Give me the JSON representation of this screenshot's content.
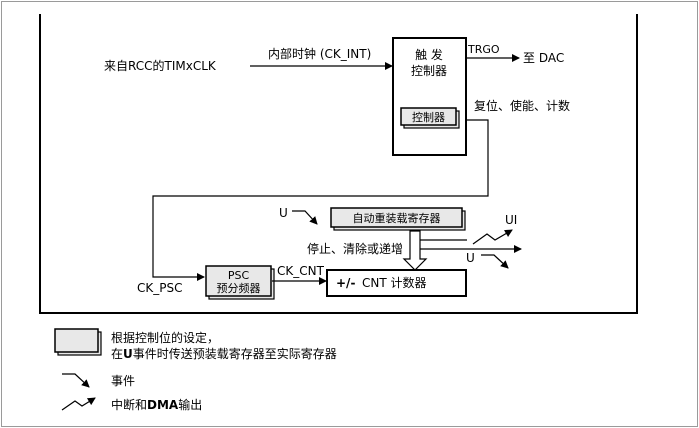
{
  "diagram": {
    "source_label": "来自RCC的TIMxCLK",
    "internal_clock_label": "内部时钟 (CK_INT)",
    "trigger_controller_line1": "触 发",
    "trigger_controller_line2": "控制器",
    "controller_label": "控制器",
    "trgo_label": "TRGO",
    "dac_label": "至 DAC",
    "reset_enable_count_label": "复位、使能、计数",
    "auto_reload_label": "自动重装载寄存器",
    "u_event_label": "U",
    "ui_label": "UI",
    "u_output_label": "U",
    "stop_clear_label": "停止、清除或递增",
    "ck_psc_label": "CK_PSC",
    "psc_line1": "PSC",
    "psc_line2": "预分频器",
    "ck_cnt_label": "CK_CNT",
    "cnt_sign": "+/-",
    "cnt_label": "CNT 计数器"
  },
  "legend": {
    "shadow_desc_line1": "根据控制位的设定，",
    "shadow_desc_line2_prefix": "在",
    "shadow_desc_line2_u": "U",
    "shadow_desc_line2_rest": "事件时传送预装载寄存器至实际寄存器",
    "event_label": "事件",
    "interrupt_prefix": "中断和",
    "interrupt_dma": "DMA",
    "interrupt_suffix": "输出"
  },
  "colors": {
    "line": "#000000",
    "shadow_box_fill": "#e8e8e8",
    "frame": "#9a9a9a",
    "background": "#ffffff"
  },
  "icons": [
    "event-arrow-icon",
    "interrupt-arrow-icon"
  ]
}
